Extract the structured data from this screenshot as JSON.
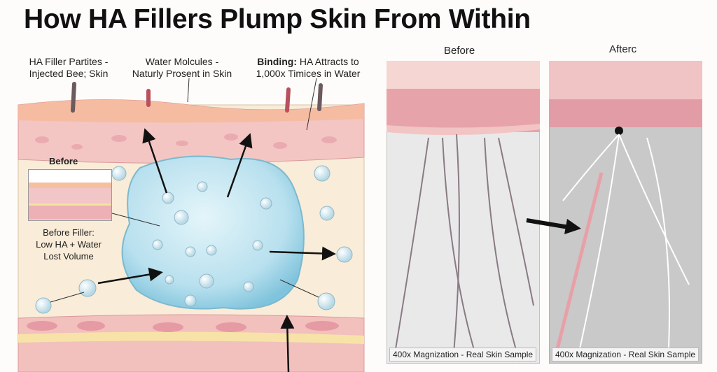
{
  "title": "How HA Fillers Plump Skin From Within",
  "labels": {
    "filler": {
      "line1": "HA Filler Partites -",
      "line2": "Injected Bee; Skin"
    },
    "water": {
      "line1": "Water Molcules -",
      "line2": "Naturly Prosent in Skin"
    },
    "binding": {
      "bold": "Binding:",
      "line1": "HA Attracts to",
      "line2": "1,000x Timices in Water"
    }
  },
  "inset": {
    "title": "Before",
    "caption_bold": "Before Filler:",
    "caption_line2": "Low HA + Water",
    "caption_line3": "Lost Volume"
  },
  "panels": [
    {
      "title": "Before",
      "caption": "400x Magnization - Real Skin Sample"
    },
    {
      "title": "Afterc",
      "caption": "400x Magnization - Real Skin Sample"
    }
  ],
  "colors": {
    "epidermis": "#f3b9b4",
    "dermis": "#f8ead6",
    "ha_gel": "#bfe4f0",
    "arrow": "#111111"
  }
}
